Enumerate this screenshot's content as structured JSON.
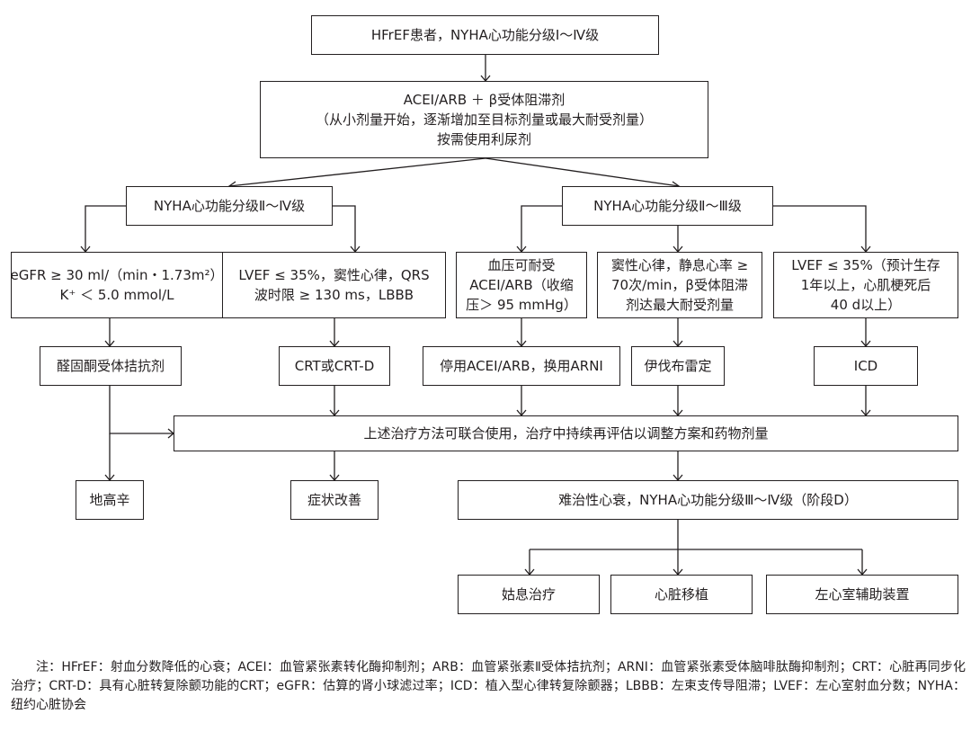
{
  "nodes": {
    "start": "HFrEF患者，NYHA心功能分级Ⅰ～Ⅳ级",
    "initial_therapy": [
      "ACEI/ARB ＋ β受体阻滞剂",
      "（从小剂量开始，逐渐增加至目标剂量或最大耐受剂量）",
      "按需使用利尿剂"
    ],
    "nyha_2_4": "NYHA心功能分级Ⅱ～Ⅳ级",
    "nyha_2_3": "NYHA心功能分级Ⅱ～Ⅲ级",
    "egfr_condition": [
      "eGFR ≥ 30 ml/（min・1.73m²）",
      "K⁺ ＜ 5.0 mmol/L"
    ],
    "lvef_qrs_condition": [
      "LVEF ≤ 35%，窦性心律，QRS",
      "波时限 ≥ 130 ms，LBBB"
    ],
    "bp_condition": [
      "血压可耐受",
      "ACEI/ARB（收缩",
      "压＞ 95 mmHg）"
    ],
    "sinus_condition": [
      "窦性心律，静息心率 ≥",
      "70次/min，β受体阻滞",
      "剂达最大耐受剂量"
    ],
    "lvef_icd_condition": [
      "LVEF ≤ 35%（预计生存",
      "1年以上，心肌梗死后",
      "40 d以上）"
    ],
    "mra": "醛固酮受体拮抗剂",
    "crt": "CRT或CRT-D",
    "arni": "停用ACEI/ARB，换用ARNI",
    "ivabradine": "伊伐布雷定",
    "icd": "ICD",
    "combined": "上述治疗方法可联合使用，治疗中持续再评估以调整方案和药物剂量",
    "digoxin": "地高辛",
    "symptom_improve": "症状改善",
    "refractory": "难治性心衰，NYHA心功能分级Ⅲ～Ⅳ级（阶段D）",
    "palliative": "姑息治疗",
    "transplant": "心脏移植",
    "lvad": "左心室辅助装置"
  },
  "footnote": "注：HFrEF：射血分数降低的心衰；ACEI：血管紧张素转化酶抑制剂；ARB：血管紧张素Ⅱ受体拮抗剂；ARNI：血管紧张素受体脑啡肽酶抑制剂；CRT：心脏再同步化治疗；CRT-D：具有心脏转复除颤功能的CRT；eGFR：估算的肾小球滤过率；ICD：植入型心律转复除颤器；LBBB：左束支传导阻滞；LVEF：左心室射血分数；NYHA：纽约心脏协会"
}
